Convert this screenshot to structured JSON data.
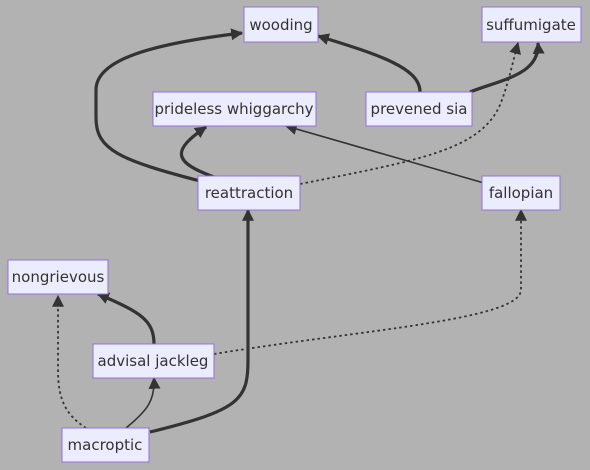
{
  "colors": {
    "background": "#b2b2b2",
    "node_fill": "#ececff",
    "node_border": "#9370db",
    "text": "#333333",
    "edge": "#333333"
  },
  "nodes": {
    "wooding": "wooding",
    "suffumigate": "suffumigate",
    "prideless_whiggarchy": "prideless whiggarchy",
    "prevened_sia": "prevened sia",
    "reattraction": "reattraction",
    "fallopian": "fallopian",
    "nongrievous": "nongrievous",
    "advisal_jackleg": "advisal jackleg",
    "macroptic": "macroptic"
  },
  "edges": [
    {
      "from": "reattraction",
      "to": "wooding",
      "style": "thick"
    },
    {
      "from": "reattraction",
      "to": "prideless_whiggarchy",
      "style": "thick"
    },
    {
      "from": "reattraction",
      "to": "suffumigate",
      "style": "dotted"
    },
    {
      "from": "prevened_sia",
      "to": "wooding",
      "style": "thick"
    },
    {
      "from": "prevened_sia",
      "to": "suffumigate",
      "style": "thick"
    },
    {
      "from": "fallopian",
      "to": "prideless_whiggarchy",
      "style": "normal"
    },
    {
      "from": "advisal_jackleg",
      "to": "nongrievous",
      "style": "thick"
    },
    {
      "from": "advisal_jackleg",
      "to": "fallopian",
      "style": "dotted"
    },
    {
      "from": "macroptic",
      "to": "nongrievous",
      "style": "dotted"
    },
    {
      "from": "macroptic",
      "to": "advisal_jackleg",
      "style": "normal"
    },
    {
      "from": "macroptic",
      "to": "reattraction",
      "style": "thick"
    }
  ]
}
